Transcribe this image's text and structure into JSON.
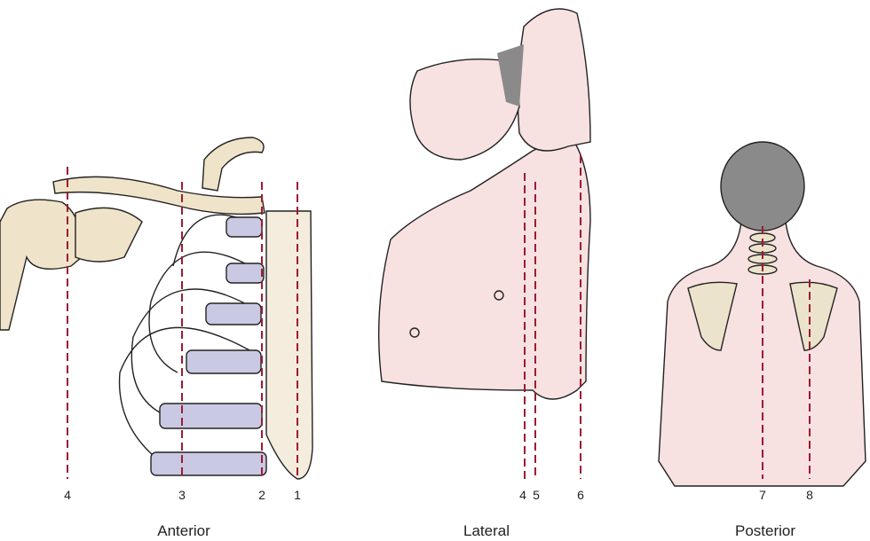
{
  "colors": {
    "skin": "#f7e1e1",
    "bone": "#efe4c9",
    "cartilage": "#c9c9e3",
    "incision_line": "#9e1b32",
    "hair": "#8a8a8a"
  },
  "views": [
    {
      "title": "Anterior",
      "lines": [
        "4",
        "3",
        "2",
        "1"
      ]
    },
    {
      "title": "Lateral",
      "lines": [
        "4",
        "5",
        "6"
      ]
    },
    {
      "title": "Posterior",
      "lines": [
        "7",
        "8"
      ]
    }
  ]
}
